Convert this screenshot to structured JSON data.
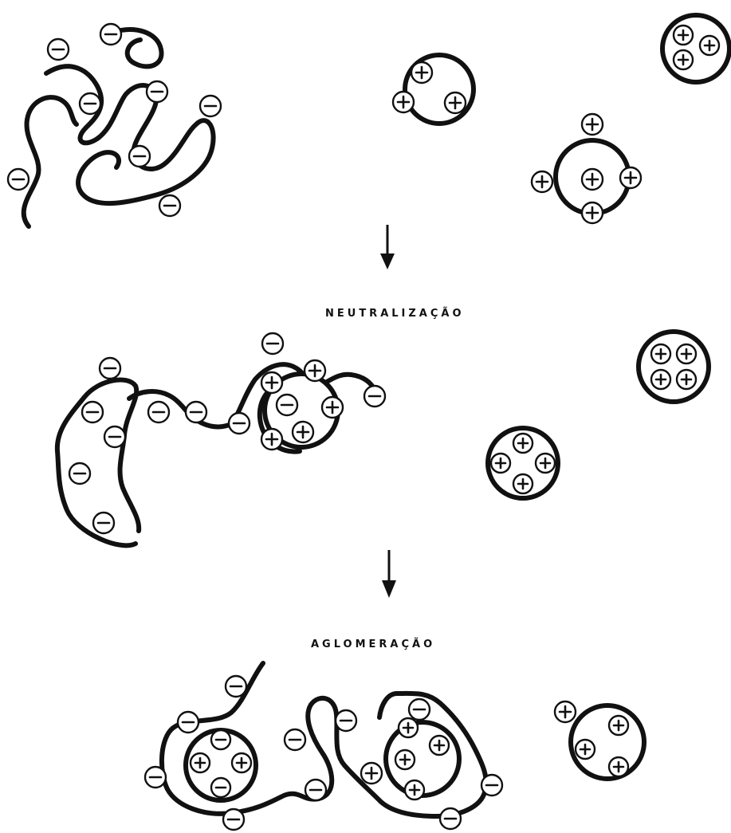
{
  "stages": [
    {
      "id": "initial",
      "label": ""
    },
    {
      "id": "neutralizacao",
      "label": "NEUTRALIZAÇÃO"
    },
    {
      "id": "aglomeracao",
      "label": "AGLOMERAÇÃO"
    }
  ],
  "colors": {
    "ink": "#111111",
    "background": "#ffffff"
  },
  "symbols": {
    "negative": "−",
    "positive": "+"
  }
}
